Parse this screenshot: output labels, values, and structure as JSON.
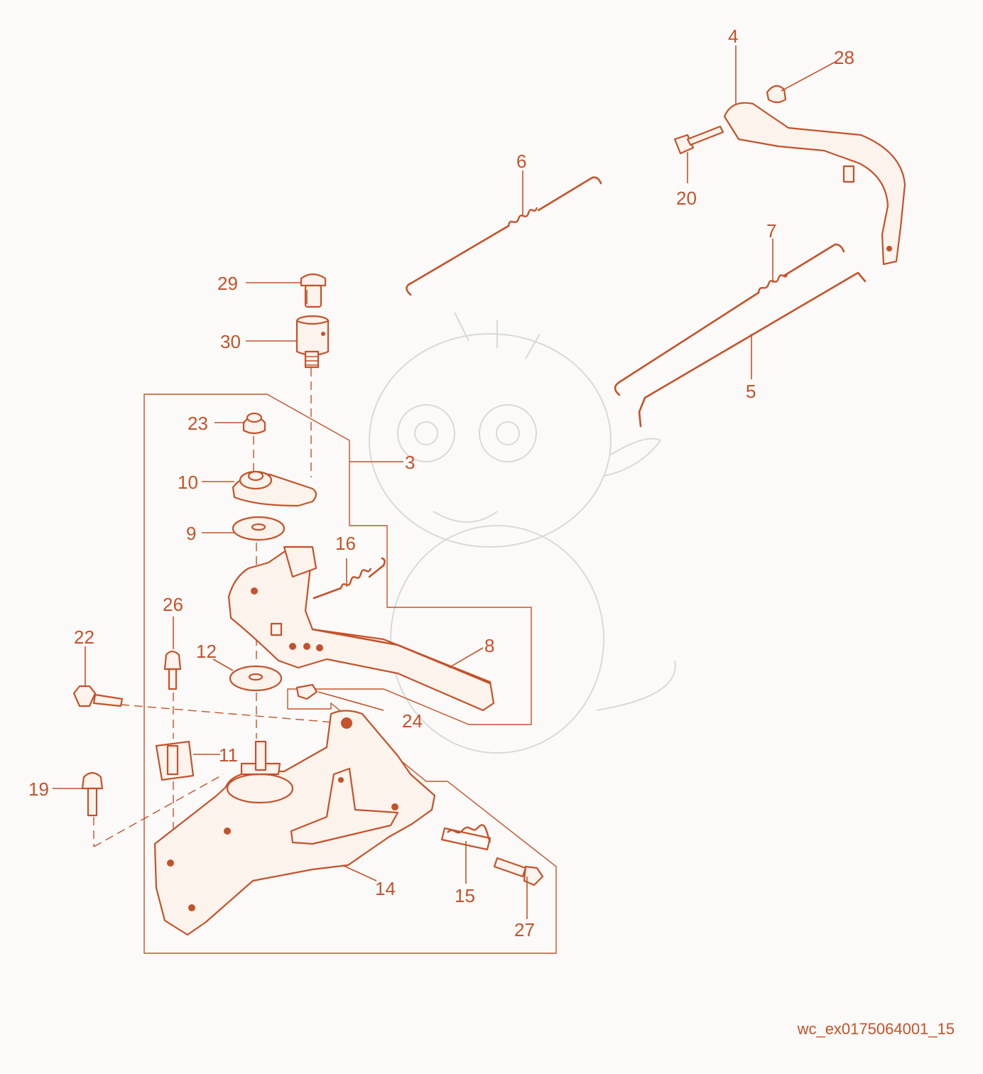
{
  "diagram": {
    "callouts": [
      {
        "id": "c3",
        "text": "3"
      },
      {
        "id": "c4",
        "text": "4"
      },
      {
        "id": "c5",
        "text": "5"
      },
      {
        "id": "c6",
        "text": "6"
      },
      {
        "id": "c7",
        "text": "7"
      },
      {
        "id": "c8",
        "text": "8"
      },
      {
        "id": "c9",
        "text": "9"
      },
      {
        "id": "c10",
        "text": "10"
      },
      {
        "id": "c11",
        "text": "11"
      },
      {
        "id": "c12",
        "text": "12"
      },
      {
        "id": "c14",
        "text": "14"
      },
      {
        "id": "c15",
        "text": "15"
      },
      {
        "id": "c16",
        "text": "16"
      },
      {
        "id": "c19",
        "text": "19"
      },
      {
        "id": "c20",
        "text": "20"
      },
      {
        "id": "c22",
        "text": "22"
      },
      {
        "id": "c23",
        "text": "23"
      },
      {
        "id": "c24",
        "text": "24"
      },
      {
        "id": "c26",
        "text": "26"
      },
      {
        "id": "c27",
        "text": "27"
      },
      {
        "id": "c28",
        "text": "28"
      },
      {
        "id": "c29",
        "text": "29"
      },
      {
        "id": "c30",
        "text": "30"
      }
    ],
    "image_code": "wc_ex0175064001_15"
  },
  "colors": {
    "line": "#c4522a",
    "background": "#fbfaf8",
    "watermark": "#d9d9d9"
  }
}
